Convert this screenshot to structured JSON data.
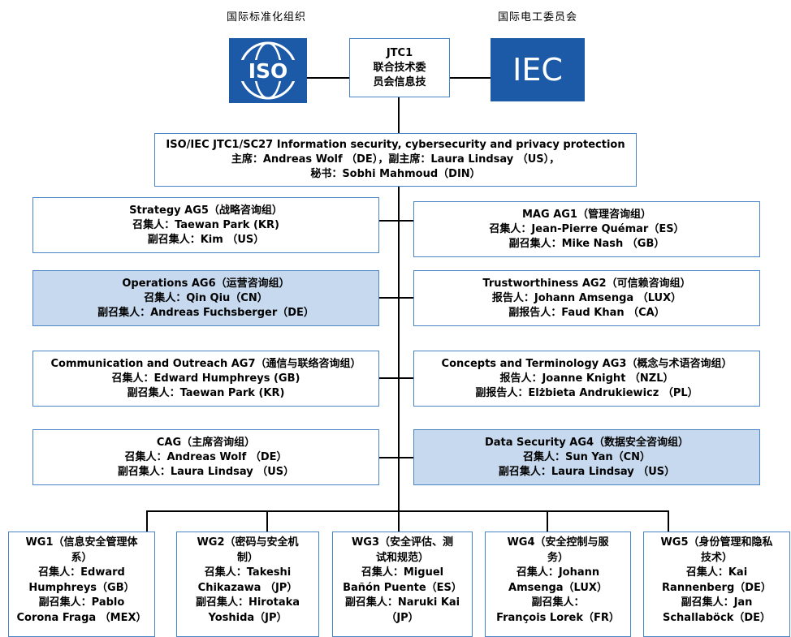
{
  "header": {
    "iso_org_label": "国际标准化组织",
    "iec_org_label": "国际电工委员会",
    "iso_logo_text": "ISO",
    "iec_logo_text": "IEC"
  },
  "jtc1": {
    "line1": "JTC1",
    "line2": "联合技术委",
    "line3": "员会信息技"
  },
  "sc27": {
    "line1": "ISO/IEC JTC1/SC27 Information security, cybersecurity and privacy protection",
    "line2": "主席：Andreas Wolf （DE），副主席：Laura Lindsay （US），",
    "line3": "秘书：Sobhi Mahmoud（DIN）"
  },
  "advisory_groups": {
    "ag5": {
      "title": "Strategy AG5（战略咨询组）",
      "line2": "召集人：Taewan Park (KR)",
      "line3": "副召集人：Kim （US）"
    },
    "ag1": {
      "title": "MAG AG1（管理咨询组）",
      "line2": "召集人：Jean-Pierre Quémar（ES）",
      "line3": "副召集人：Mike Nash （GB）"
    },
    "ag6": {
      "title": "Operations AG6（运营咨询组）",
      "line2": "召集人：Qin Qiu（CN）",
      "line3": "副召集人：Andreas Fuchsberger（DE）"
    },
    "ag2": {
      "title": "Trustworthiness AG2（可信赖咨询组）",
      "line2": "报告人：Johann Amsenga （LUX）",
      "line3": "副报告人：Faud Khan （CA）"
    },
    "ag7": {
      "title": "Communication and Outreach AG7（通信与联络咨询组）",
      "line2": "召集人：Edward Humphreys (GB)",
      "line3": "副召集人：Taewan Park (KR)"
    },
    "ag3": {
      "title": "Concepts and Terminology AG3（概念与术语咨询组）",
      "line2": "报告人：Joanne Knight （NZL）",
      "line3": "副报告人：Elżbieta Andrukiewicz （PL）"
    },
    "cag": {
      "title": "CAG（主席咨询组）",
      "line2": "召集人：Andreas Wolf （DE）",
      "line3": "副召集人：Laura Lindsay （US）"
    },
    "ag4": {
      "title": "Data Security AG4（数据安全咨询组）",
      "line2": "召集人：Sun Yan（CN）",
      "line3": "副召集人：Laura Lindsay （US）"
    }
  },
  "working_groups": {
    "wg1": {
      "l1": "WG1（信息安全管理体",
      "l2": "系）",
      "l3": "召集人：Edward",
      "l4": "Humphreys（GB）",
      "l5": "副召集人：Pablo",
      "l6": "Corona Fraga （MEX）"
    },
    "wg2": {
      "l1": "WG2（密码与安全机",
      "l2": "制）",
      "l3": "召集人：Takeshi",
      "l4": "Chikazawa （JP）",
      "l5": "副召集人：Hirotaka",
      "l6": "Yoshida（JP）"
    },
    "wg3": {
      "l1": "WG3（安全评估、测",
      "l2": "试和规范）",
      "l3": "召集人：Miguel",
      "l4": "Bañón Puente（ES）",
      "l5": "副召集人：Naruki Kai",
      "l6": "（JP）"
    },
    "wg4": {
      "l1": "WG4（安全控制与服",
      "l2": "务）",
      "l3": "召集人：Johann",
      "l4": "Amsenga（LUX）",
      "l5": "副召集人：",
      "l6": "François Lorek（FR）"
    },
    "wg5": {
      "l1": "WG5（身份管理和隐私",
      "l2": "技术）",
      "l3": "召集人：Kai",
      "l4": "Rannenberg（DE）",
      "l5": "副召集人：Jan",
      "l6": "Schallaböck（DE）"
    }
  },
  "colors": {
    "box_border": "#4a86c5",
    "highlight_fill": "#c6d9ee",
    "logo_blue": "#1c5aa8"
  }
}
